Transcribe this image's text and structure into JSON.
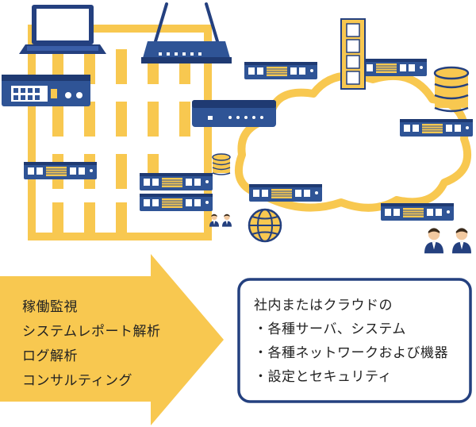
{
  "colors": {
    "yellow": "#f8c850",
    "navy": "#24407f",
    "navy_light": "#2f5496",
    "white": "#ffffff",
    "text": "#222222"
  },
  "services": {
    "items": [
      "稼働監視",
      "システムレポート解析",
      "ログ解析",
      "コンサルティング"
    ]
  },
  "targets": {
    "heading": "社内またはクラウドの",
    "items": [
      "・各種サーバ、システム",
      "・各種ネットワークおよび機器",
      "・設定とセキュリティ"
    ]
  },
  "icons": [
    "laptop-icon",
    "router-icon",
    "network-switch-icon",
    "server-icon",
    "database-icon",
    "film-strip-icon",
    "globe-icon",
    "people-icon",
    "cloud-icon",
    "building-icon"
  ]
}
